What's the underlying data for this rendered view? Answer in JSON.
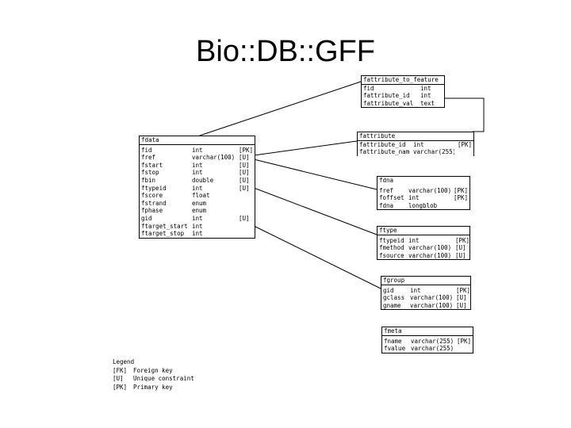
{
  "title": "Bio::DB::GFF",
  "tables": [
    {
      "id": "fattribute_to_feature",
      "name": "fattribute_to_feature",
      "rows": [
        {
          "col": "fid",
          "type": "int",
          "key": ""
        },
        {
          "col": "fattribute_id",
          "type": "int",
          "key": ""
        },
        {
          "col": "fattribute_value",
          "type": "text",
          "key": ""
        }
      ]
    },
    {
      "id": "fattribute",
      "name": "fattribute",
      "rows": [
        {
          "col": "fattribute_id",
          "type": "int",
          "key": "[PK]"
        },
        {
          "col": "fattribute_name",
          "type": "varchar(255)",
          "key": ""
        }
      ]
    },
    {
      "id": "fdata",
      "name": "fdata",
      "rows": [
        {
          "col": "fid",
          "type": "int",
          "key": "[PK]"
        },
        {
          "col": "fref",
          "type": "varchar(100)",
          "key": "[U]"
        },
        {
          "col": "fstart",
          "type": "int",
          "key": "[U]"
        },
        {
          "col": "fstop",
          "type": "int",
          "key": "[U]"
        },
        {
          "col": "fbin",
          "type": "double",
          "key": "[U]"
        },
        {
          "col": "ftypeid",
          "type": "int",
          "key": "[U]"
        },
        {
          "col": "fscore",
          "type": "float",
          "key": ""
        },
        {
          "col": "fstrand",
          "type": "enum",
          "key": ""
        },
        {
          "col": "fphase",
          "type": "enum",
          "key": ""
        },
        {
          "col": "gid",
          "type": "int",
          "key": "[U]"
        },
        {
          "col": "ftarget_start",
          "type": "int",
          "key": ""
        },
        {
          "col": "ftarget_stop",
          "type": "int",
          "key": ""
        }
      ]
    },
    {
      "id": "fdna",
      "name": "fdna",
      "rows": [
        {
          "col": "fref",
          "type": "varchar(100)",
          "key": "[PK]"
        },
        {
          "col": "foffset",
          "type": "int",
          "key": "[PK]"
        },
        {
          "col": "fdna",
          "type": "longblob",
          "key": ""
        }
      ]
    },
    {
      "id": "ftype",
      "name": "ftype",
      "rows": [
        {
          "col": "ftypeid",
          "type": "int",
          "key": "[PK]"
        },
        {
          "col": "fmethod",
          "type": "varchar(100)",
          "key": "[U]"
        },
        {
          "col": "fsource",
          "type": "varchar(100)",
          "key": "[U]"
        }
      ]
    },
    {
      "id": "fgroup",
      "name": "fgroup",
      "rows": [
        {
          "col": "gid",
          "type": "int",
          "key": "[PK]"
        },
        {
          "col": "gclass",
          "type": "varchar(100)",
          "key": "[U]"
        },
        {
          "col": "gname",
          "type": "varchar(100)",
          "key": "[U]"
        }
      ]
    },
    {
      "id": "fmeta",
      "name": "fmeta",
      "rows": [
        {
          "col": "fname",
          "type": "varchar(255)",
          "key": "[PK]"
        },
        {
          "col": "fvalue",
          "type": "varchar(255)",
          "key": ""
        }
      ]
    }
  ],
  "legend": {
    "title": "Legend",
    "entries": [
      {
        "key": "[FK]",
        "desc": "Foreign key"
      },
      {
        "key": "[U]",
        "desc": "Unique constraint"
      },
      {
        "key": "[PK]",
        "desc": "Primary key"
      }
    ]
  }
}
